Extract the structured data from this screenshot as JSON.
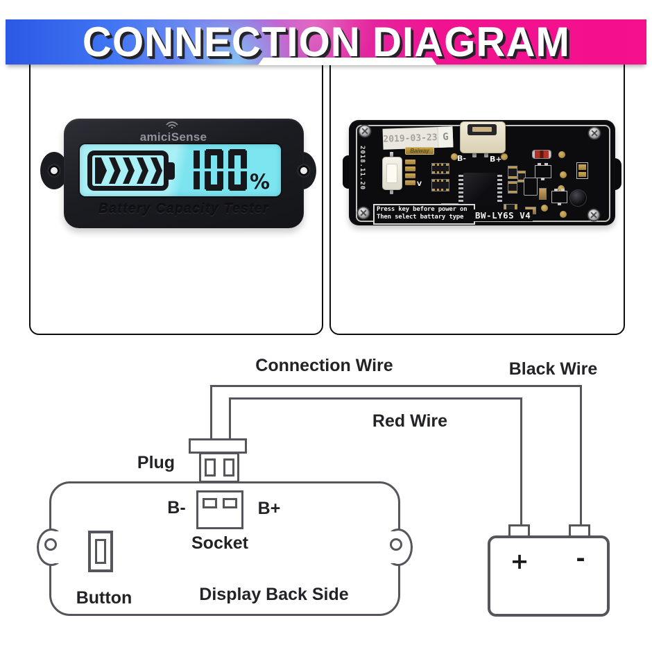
{
  "header": {
    "title": "CONNECTION DIAGRAM"
  },
  "front_panel": {
    "brand": "amiciSense",
    "lcd": {
      "percent": "100",
      "percent_sign": "%",
      "bars": 5
    },
    "caption": "Battery Capacity Tester"
  },
  "back_panel": {
    "sticker_date": "2019-03-23",
    "sticker_grade": "G",
    "maker_label": "Baiway",
    "side_date": "2018.11.20",
    "terminal_negative": "B-",
    "terminal_positive": "B+",
    "pads_label": "V",
    "note_line1": "Press key before power on",
    "note_line2": "Then select battary type",
    "model": "BW-LY6S V4"
  },
  "diagram": {
    "connection_wire": "Connection Wire",
    "black_wire": "Black Wire",
    "red_wire": "Red Wire",
    "plug": "Plug",
    "b_minus": "B-",
    "b_plus": "B+",
    "socket": "Socket",
    "button": "Button",
    "display_back_side": "Display Back Side",
    "battery_plus": "+",
    "battery_minus": "-"
  },
  "colors": {
    "banner_start": "#2c59e4",
    "banner_end": "#f5108c",
    "lcd_bg": "#7de6f0",
    "wire_outline": "#55555c"
  }
}
